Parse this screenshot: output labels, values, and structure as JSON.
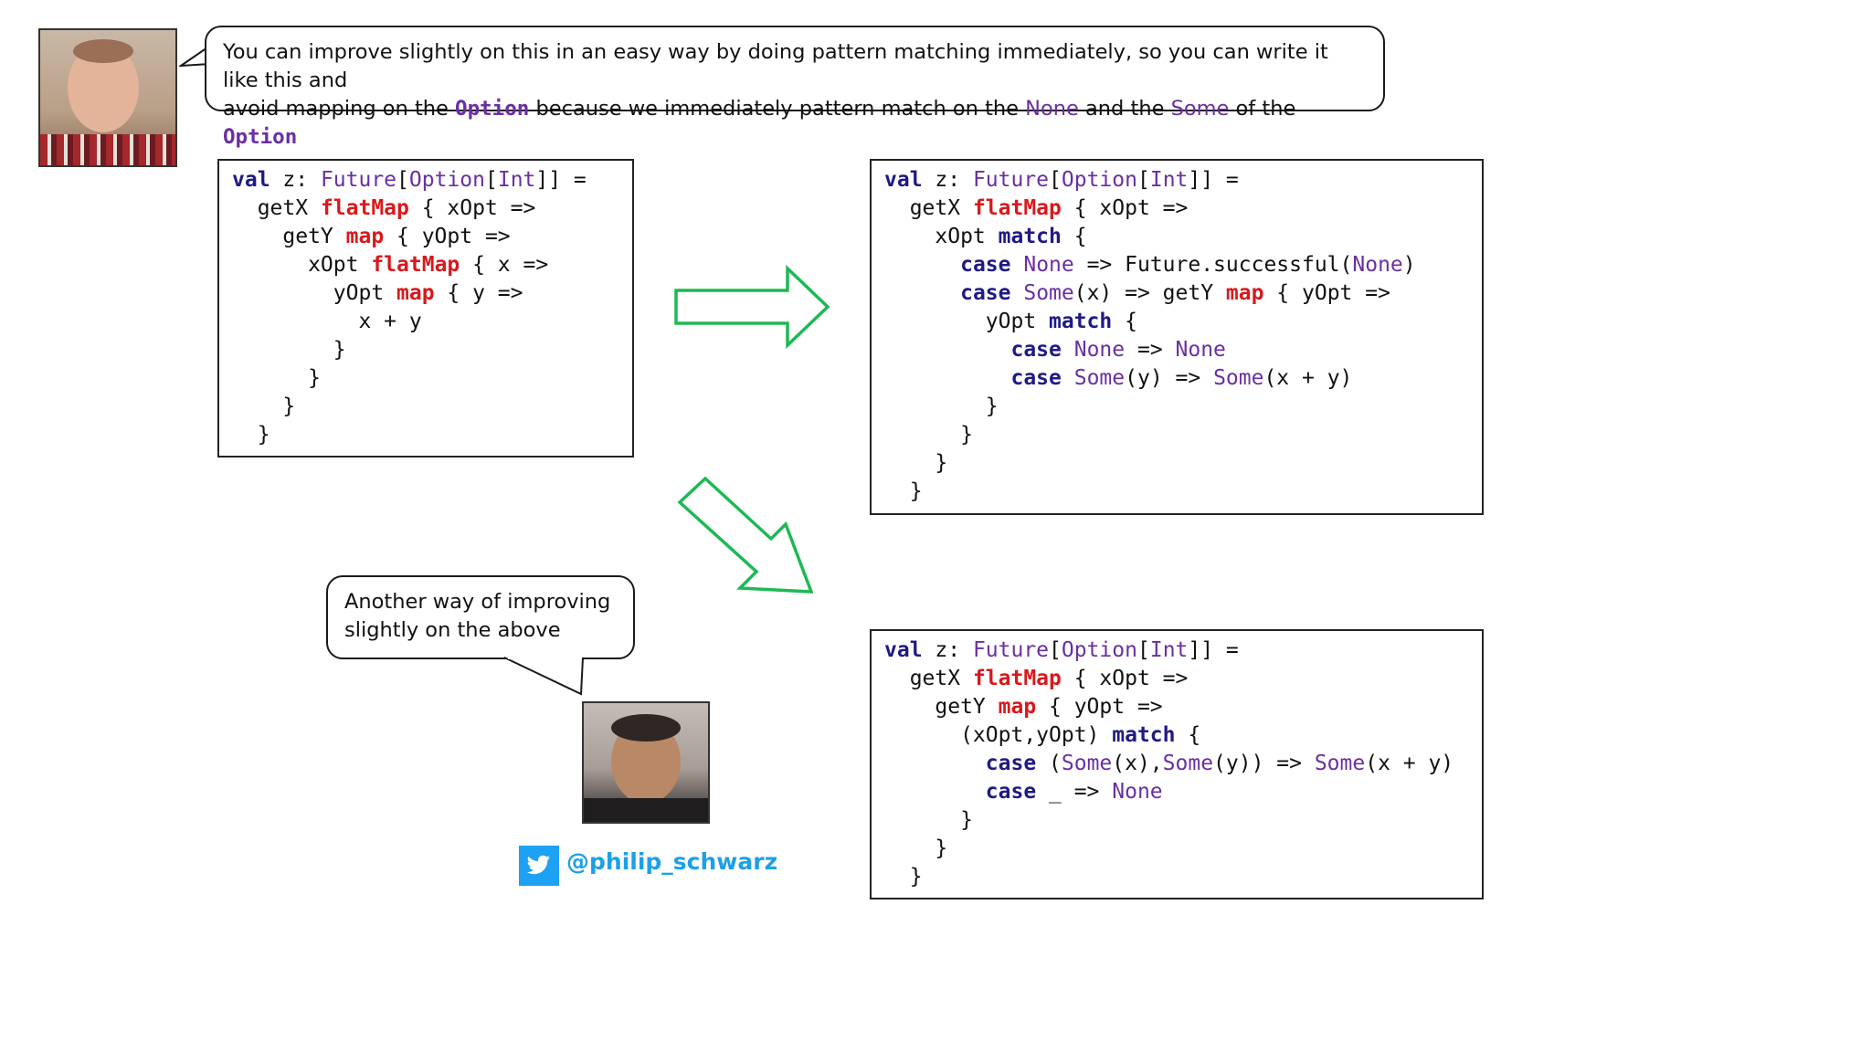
{
  "bubble_top": {
    "line1": "You can improve slightly on this in an easy way by doing pattern matching immediately, so you can write it like this and",
    "line2_a": "avoid mapping on the ",
    "line2_option1": "Option",
    "line2_b": " because we immediately pattern match on the ",
    "line2_none": "None",
    "line2_c": " and the ",
    "line2_some": "Some",
    "line2_d": " of the ",
    "line2_option2": "Option"
  },
  "bubble_bottom": {
    "line1": "Another way of improving",
    "line2": "slightly on the above"
  },
  "handle": "@philip_schwarz",
  "colors": {
    "keyword": "#1f1a86",
    "method": "#d9191c",
    "type": "#6a2fa3",
    "arrow": "#1db954",
    "twitter": "#1da1f2"
  },
  "icons": [
    "twitter-icon",
    "right-arrow-icon",
    "diagonal-arrow-icon"
  ],
  "code_left": [
    [
      [
        "kw",
        "val"
      ],
      [
        "txt",
        " z: "
      ],
      [
        "type",
        "Future"
      ],
      [
        "txt",
        "["
      ],
      [
        "type",
        "Option"
      ],
      [
        "txt",
        "["
      ],
      [
        "type",
        "Int"
      ],
      [
        "txt",
        "]] ="
      ]
    ],
    [
      [
        "txt",
        "  getX "
      ],
      [
        "red",
        "flatMap"
      ],
      [
        "txt",
        " { xOpt =>"
      ]
    ],
    [
      [
        "txt",
        "    getY "
      ],
      [
        "red",
        "map"
      ],
      [
        "txt",
        " { yOpt =>"
      ]
    ],
    [
      [
        "txt",
        "      xOpt "
      ],
      [
        "red",
        "flatMap"
      ],
      [
        "txt",
        " { x =>"
      ]
    ],
    [
      [
        "txt",
        "        yOpt "
      ],
      [
        "red",
        "map"
      ],
      [
        "txt",
        " { y =>"
      ]
    ],
    [
      [
        "txt",
        "          x + y"
      ]
    ],
    [
      [
        "txt",
        "        }"
      ]
    ],
    [
      [
        "txt",
        "      }"
      ]
    ],
    [
      [
        "txt",
        "    }"
      ]
    ],
    [
      [
        "txt",
        "  }"
      ]
    ]
  ],
  "code_right_top": [
    [
      [
        "kw",
        "val"
      ],
      [
        "txt",
        " z: "
      ],
      [
        "type",
        "Future"
      ],
      [
        "txt",
        "["
      ],
      [
        "type",
        "Option"
      ],
      [
        "txt",
        "["
      ],
      [
        "type",
        "Int"
      ],
      [
        "txt",
        "]] ="
      ]
    ],
    [
      [
        "txt",
        "  getX "
      ],
      [
        "red",
        "flatMap"
      ],
      [
        "txt",
        " { xOpt =>"
      ]
    ],
    [
      [
        "txt",
        "    xOpt "
      ],
      [
        "kw",
        "match"
      ],
      [
        "txt",
        " {"
      ]
    ],
    [
      [
        "txt",
        "      "
      ],
      [
        "kw",
        "case"
      ],
      [
        "txt",
        " "
      ],
      [
        "type",
        "None"
      ],
      [
        "txt",
        " => Future.successful("
      ],
      [
        "type",
        "None"
      ],
      [
        "txt",
        ")"
      ]
    ],
    [
      [
        "txt",
        "      "
      ],
      [
        "kw",
        "case"
      ],
      [
        "txt",
        " "
      ],
      [
        "type",
        "Some"
      ],
      [
        "txt",
        "(x) => getY "
      ],
      [
        "red",
        "map"
      ],
      [
        "txt",
        " { yOpt =>"
      ]
    ],
    [
      [
        "txt",
        "        yOpt "
      ],
      [
        "kw",
        "match"
      ],
      [
        "txt",
        " {"
      ]
    ],
    [
      [
        "txt",
        "          "
      ],
      [
        "kw",
        "case"
      ],
      [
        "txt",
        " "
      ],
      [
        "type",
        "None"
      ],
      [
        "txt",
        " => "
      ],
      [
        "type",
        "None"
      ]
    ],
    [
      [
        "txt",
        "          "
      ],
      [
        "kw",
        "case"
      ],
      [
        "txt",
        " "
      ],
      [
        "type",
        "Some"
      ],
      [
        "txt",
        "(y) => "
      ],
      [
        "type",
        "Some"
      ],
      [
        "txt",
        "(x + y)"
      ]
    ],
    [
      [
        "txt",
        "        }"
      ]
    ],
    [
      [
        "txt",
        "      }"
      ]
    ],
    [
      [
        "txt",
        "    }"
      ]
    ],
    [
      [
        "txt",
        "  }"
      ]
    ]
  ],
  "code_right_bottom": [
    [
      [
        "kw",
        "val"
      ],
      [
        "txt",
        " z: "
      ],
      [
        "type",
        "Future"
      ],
      [
        "txt",
        "["
      ],
      [
        "type",
        "Option"
      ],
      [
        "txt",
        "["
      ],
      [
        "type",
        "Int"
      ],
      [
        "txt",
        "]] ="
      ]
    ],
    [
      [
        "txt",
        "  getX "
      ],
      [
        "red",
        "flatMap"
      ],
      [
        "txt",
        " { xOpt =>"
      ]
    ],
    [
      [
        "txt",
        "    getY "
      ],
      [
        "red",
        "map"
      ],
      [
        "txt",
        " { yOpt =>"
      ]
    ],
    [
      [
        "txt",
        "      (xOpt,yOpt) "
      ],
      [
        "kw",
        "match"
      ],
      [
        "txt",
        " {"
      ]
    ],
    [
      [
        "txt",
        "        "
      ],
      [
        "kw",
        "case"
      ],
      [
        "txt",
        " ("
      ],
      [
        "type",
        "Some"
      ],
      [
        "txt",
        "(x),"
      ],
      [
        "type",
        "Some"
      ],
      [
        "txt",
        "(y)) => "
      ],
      [
        "type",
        "Some"
      ],
      [
        "txt",
        "(x + y)"
      ]
    ],
    [
      [
        "txt",
        "        "
      ],
      [
        "kw",
        "case"
      ],
      [
        "txt",
        " _ => "
      ],
      [
        "type",
        "None"
      ]
    ],
    [
      [
        "txt",
        "      }"
      ]
    ],
    [
      [
        "txt",
        "    }"
      ]
    ],
    [
      [
        "txt",
        "  }"
      ]
    ]
  ]
}
